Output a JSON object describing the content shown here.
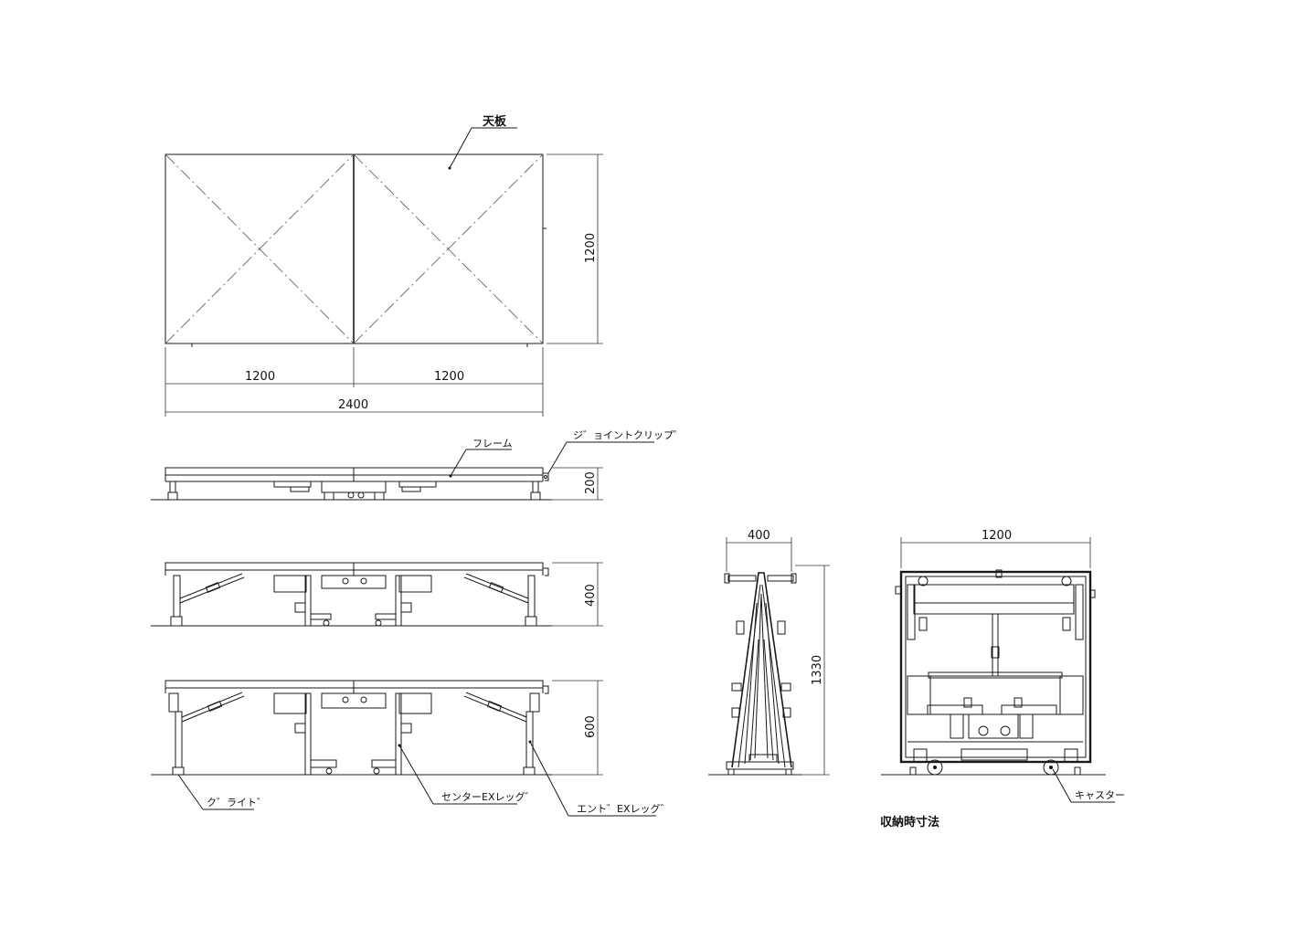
{
  "labels": {
    "top_plate": "天板",
    "frame": "フレーム",
    "joint_clip": "ジ゛ョイントクリップ゜",
    "glide": "ク゛ライト゛",
    "center_leg": "センターEXレッグ゛",
    "end_leg": "エント゛EXレッグ゛",
    "caster": "キャスター",
    "storage_dims": "収納時寸法"
  },
  "dimensions": {
    "width_left": "1200",
    "width_right": "1200",
    "total_width": "2400",
    "depth": "1200",
    "height_200": "200",
    "height_400": "400",
    "height_600": "600",
    "storage_width": "400",
    "storage_height": "1330",
    "storage_depth": "1200"
  }
}
